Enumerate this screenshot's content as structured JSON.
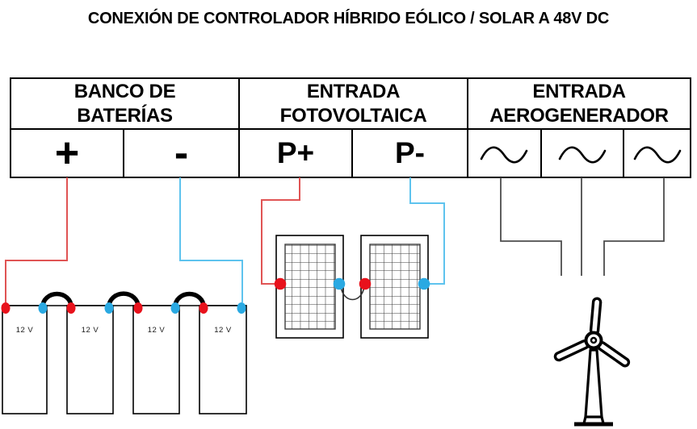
{
  "title": "CONEXIÓN DE CONTROLADOR HÍBRIDO EÓLICO / SOLAR A 48V DC",
  "controller_table": {
    "sections": [
      {
        "name": "banco-de-baterias",
        "header": [
          "BANCO DE",
          "BATERÍAS"
        ],
        "terminals": [
          "+",
          "-"
        ]
      },
      {
        "name": "entrada-fotovoltaica",
        "header": [
          "ENTRADA",
          "FOTOVOLTAICA"
        ],
        "terminals": [
          "P+",
          "P-"
        ]
      },
      {
        "name": "entrada-aerogenerador",
        "header": [
          "ENTRADA",
          "AEROGENERADOR"
        ],
        "terminals": [
          "∼",
          "∼",
          "∼"
        ]
      }
    ]
  },
  "battery_bank": {
    "batteries": [
      {
        "label": "12 V"
      },
      {
        "label": "12 V"
      },
      {
        "label": "12 V"
      },
      {
        "label": "12 V"
      }
    ]
  },
  "colors": {
    "positive_wire": "#e05454",
    "negative_wire": "#5ec3ee",
    "positive_terminal": "#e8121c",
    "negative_terminal": "#2aa9e2",
    "ac_wire": "#4d4d4d",
    "line": "#000000"
  }
}
